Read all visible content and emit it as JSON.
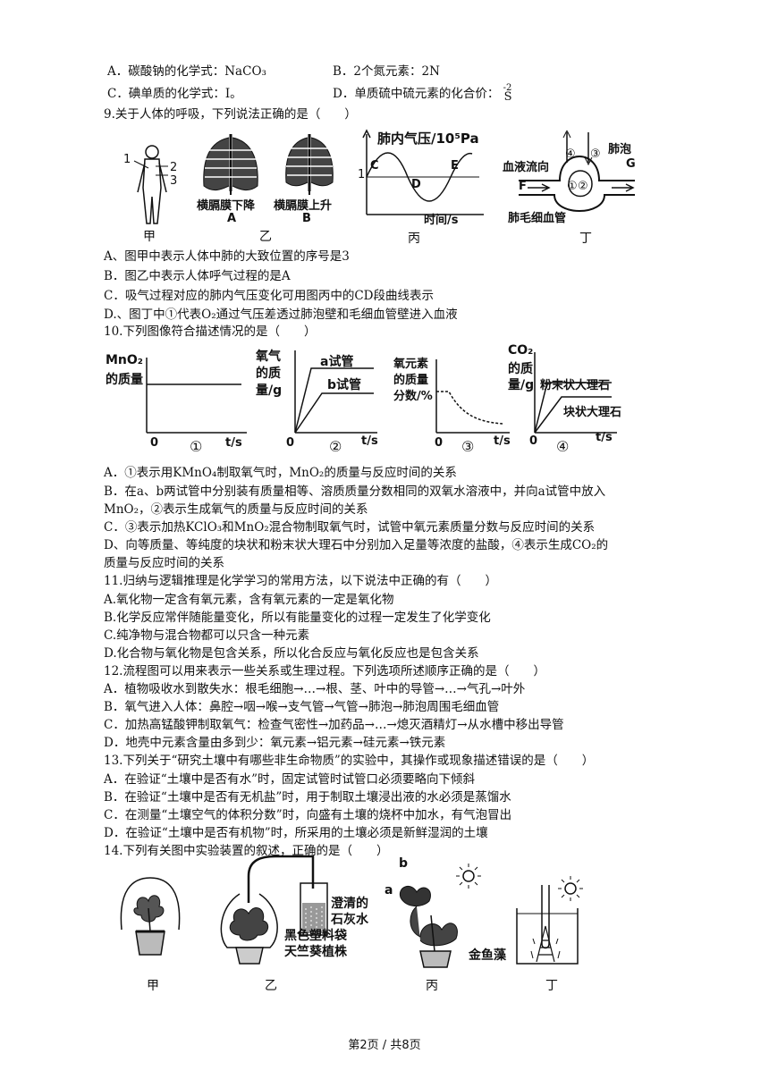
{
  "q8": {
    "optA": "A．碳酸钠的化学式：NaCO₃",
    "optB": "B．2个氮元素：2N",
    "optC": "C．碘单质的化学式：I。",
    "optD": "D．单质硫中硫元素的化合价：",
    "optD_val": "-2",
    "optD_sym": "S"
  },
  "q9": {
    "stem": "9.关于人体的呼吸，下列说法正确的是（　　）",
    "fig_jia_nums": [
      "1",
      "2",
      "3"
    ],
    "fig_yi_a": "横膈膜下降",
    "fig_yi_b": "横膈膜上升",
    "fig_yi_a_letter": "A",
    "fig_yi_b_letter": "B",
    "fig_bing_ylabel": "肺内气压/10⁵Pa",
    "fig_bing_xlabel": "时间/s",
    "fig_bing_one": "1",
    "fig_bing_points": [
      "C",
      "D",
      "E"
    ],
    "fig_ding_labels": {
      "flow": "血液流向",
      "alveolus": "肺泡",
      "capillary": "肺毛细血管",
      "F": "F",
      "G": "G",
      "n1": "①",
      "n2": "②",
      "n3": "③",
      "n4": "④"
    },
    "captions": [
      "甲",
      "乙",
      "丙",
      "丁"
    ],
    "optA": "A、图甲中表示人体中肺的大致位置的序号是3",
    "optB": "B．图乙中表示人体呼气过程的是A",
    "optC": "C．吸气过程对应的肺内气压变化可用图丙中的CD段曲线表示",
    "optD": "D.、图丁中①代表O₂通过气压差透过肺泡壁和毛细血管壁进入血液"
  },
  "q10": {
    "stem": "10.下列图像符合描述情况的是（　　）",
    "g1": {
      "ylabel": [
        "MnO₂",
        "的质量"
      ],
      "xlabel": "t/s",
      "zero": "0",
      "num": "①"
    },
    "g2": {
      "ylabel": [
        "氧气",
        "的质",
        "量/g"
      ],
      "xlabel": "t/s",
      "zero": "0",
      "num": "②",
      "a": "a试管",
      "b": "b试管"
    },
    "g3": {
      "ylabel": [
        "氧元素",
        "的质量",
        "分数/%"
      ],
      "xlabel": "t/s",
      "zero": "0",
      "num": "③"
    },
    "g4": {
      "ylabel": [
        "CO₂",
        "的质",
        "量/g"
      ],
      "xlabel": "t/s",
      "zero": "0",
      "num": "④",
      "powder": "粉末状大理石",
      "block": "块状大理石"
    },
    "optA": "A．①表示用KMnO₄制取氧气时，MnO₂的质量与反应时间的关系",
    "optB1": "B．在a、b两试管中分别装有质量相等、溶质质量分数相同的双氧水溶液中，并向a试管中放入",
    "optB2": "MnO₂，②表示生成氧气的质量与反应时间的关系",
    "optC": "C．③表示加热KClO₃和MnO₂混合物制取氧气时，试管中氧元素质量分数与反应时间的关系",
    "optD1": "D、向等质量、等纯度的块状和粉末状大理石中分别加入足量等浓度的盐酸，④表示生成CO₂的",
    "optD2": "质量与反应时间的关系"
  },
  "q11": {
    "stem": "11.归纳与逻辑推理是化学学习的常用方法，以下说法中正确的有（　　）",
    "optA": "A.氧化物一定含有氧元素，含有氧元素的一定是氧化物",
    "optB": "B.化学反应常伴随能量变化，所以有能量变化的过程一定发生了化学变化",
    "optC": "C.纯净物与混合物都可以只含一种元素",
    "optD": "D.化合物与氧化物是包含关系，所以化合反应与氧化反应也是包含关系"
  },
  "q12": {
    "stem": "12.流程图可以用来表示一些关系或生理过程。下列选项所述顺序正确的是（　　）",
    "optA": "A．植物吸收水到散失水：根毛细胞→…→根、茎、叶中的导管→…→气孔→叶外",
    "optB": "B．氧气进入人体：鼻腔→咽→喉→支气管→气管→肺泡→肺泡周围毛细血管",
    "optC": "C．加热高锰酸钾制取氧气：检查气密性→加药品→…→熄灭酒精灯→从水槽中移出导管",
    "optD": "D．地壳中元素含量由多到少：氧元素→铝元素→硅元素→铁元素"
  },
  "q13": {
    "stem": "13.下列关于“研究土壤中有哪些非生命物质”的实验中，其操作或现象描述错误的是（　　）",
    "optA": "A．在验证“土壤中是否有水”时，固定试管时试管口必须要略向下倾斜",
    "optB": "B．在验证“土壤中是否有无机盐”时，用于制取土壤浸出液的水必须是蒸馏水",
    "optC": "C．在测量“土壤空气的体积分数”时，向盛有土壤的烧杯中加水，有气泡冒出",
    "optD": "D．在验证“土壤中是否有机物”时，所采用的土壤必须是新鲜湿润的土壤"
  },
  "q14": {
    "stem": "14.下列有关图中实验装置的叙述，正确的是（　　）",
    "limewater": [
      "澄清的",
      "石灰水"
    ],
    "bag": "黑色塑料袋",
    "plant": "天竺葵植株",
    "goldfish": "金鱼藻",
    "a": "a",
    "b": "b",
    "captions": [
      "甲",
      "乙",
      "丙",
      "丁"
    ]
  },
  "footer": "第2页 / 共8页"
}
